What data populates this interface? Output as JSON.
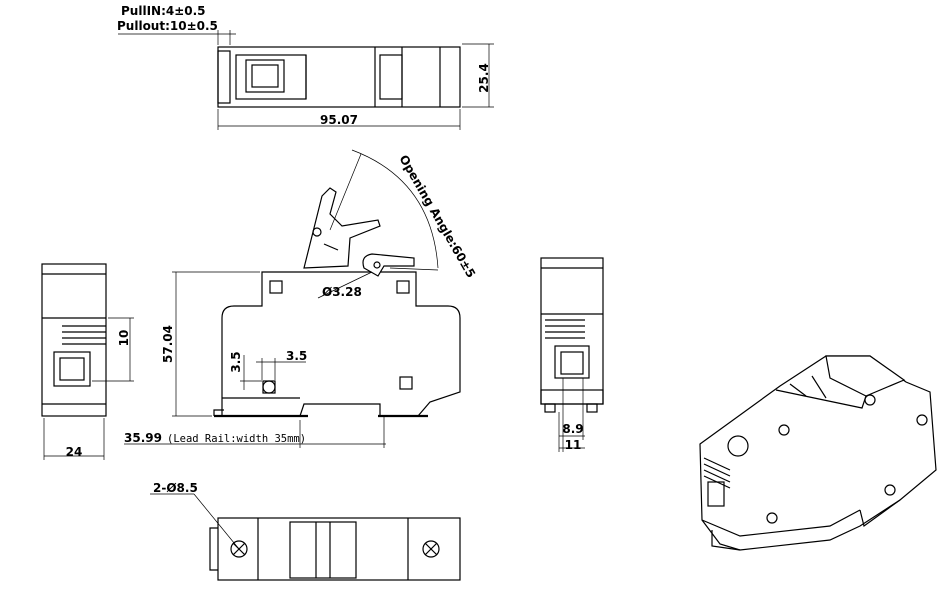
{
  "dimensions": {
    "pull_in": "PullIN:4±0.5",
    "pull_out": "Pullout:10±0.5",
    "height_top": "25.4",
    "length": "95.07",
    "opening_angle": "Opening Angle:60±5",
    "hole_diameter": "Ø3.28",
    "body_height": "57.04",
    "side_width": "24",
    "side_height_10": "10",
    "hole_offset_v": "3.5",
    "hole_offset_h": "3.5",
    "rail_offset": "35.99",
    "rail_note": "(Lead Rail:width 35mm)",
    "end_8_9": "8.9",
    "end_11": "11",
    "mount_holes": "2-Ø8.5"
  }
}
